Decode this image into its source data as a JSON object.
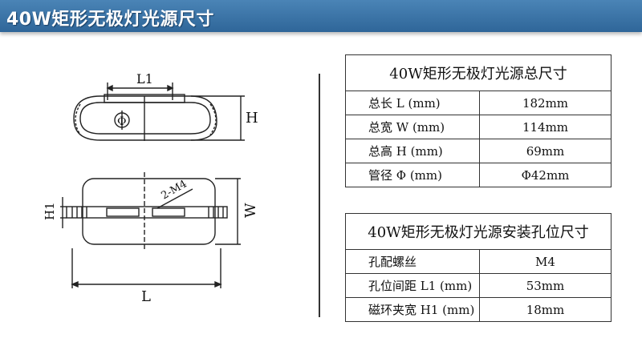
{
  "header": {
    "title": "40W矩形无极灯光源尺寸"
  },
  "drawing": {
    "labels": {
      "L1": "L1",
      "H": "H",
      "H1": "H1",
      "W": "W",
      "L": "L",
      "hole": "2-M4",
      "phi": "Φ"
    }
  },
  "size_table": {
    "title": "40W矩形无极灯光源总尺寸",
    "rows": [
      {
        "key": "总长 L  (mm)",
        "value": "182mm"
      },
      {
        "key": "总宽 W  (mm)",
        "value": "114mm"
      },
      {
        "key": "总高 H  (mm)",
        "value": "69mm"
      },
      {
        "key": "管径  Φ  (mm)",
        "value": "Φ42mm"
      }
    ]
  },
  "hole_table": {
    "title": "40W矩形无极灯光源安装孔位尺寸",
    "rows": [
      {
        "key": "孔配螺丝",
        "value": "M4"
      },
      {
        "key": "孔位间距 L1 (mm)",
        "value": "53mm"
      },
      {
        "key": "磁环夹宽 H1 (mm)",
        "value": "18mm"
      }
    ]
  }
}
